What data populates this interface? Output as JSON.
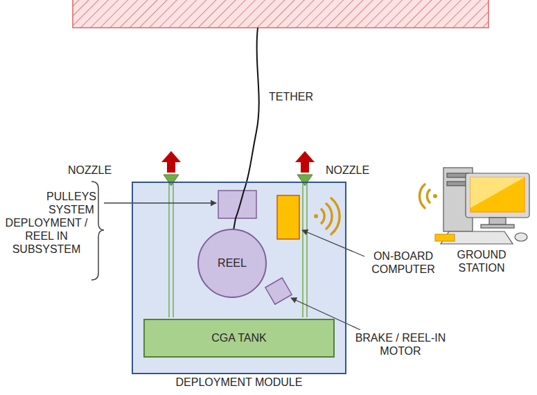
{
  "diagram": {
    "nodes": [
      {
        "text": [
          "DEPLOYMENT MODULE"
        ]
      },
      {
        "text": [
          "REEL"
        ],
        "in": 0
      },
      {
        "text": [
          "CGA TANK"
        ],
        "in": 0
      }
    ],
    "labels": [
      "TETHER",
      "NOZZLE",
      "NOZZLE",
      "PULLEYS SYSTEM",
      "DEPLOYMENT / REEL IN SUBSYSTEM",
      "ON-BOARD COMPUTER",
      "GROUND STATION",
      "BRAKE / REEL-IN MOTOR"
    ]
  }
}
